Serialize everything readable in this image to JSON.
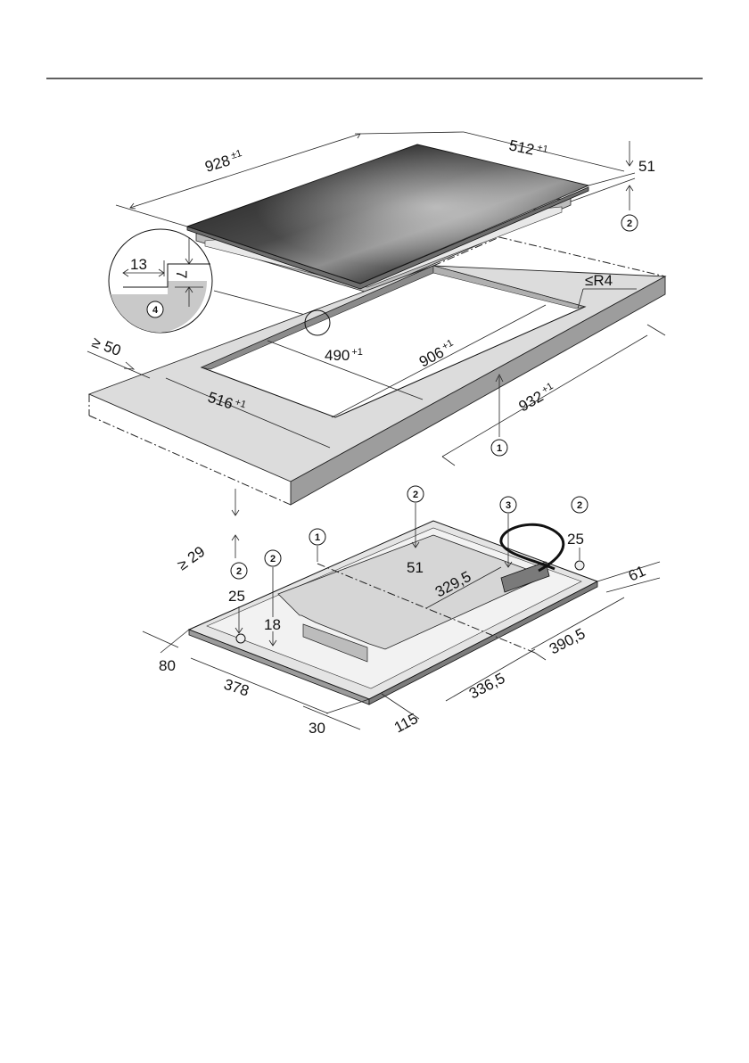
{
  "hob": {
    "width": {
      "value": "928",
      "tol": "±1"
    },
    "depth": {
      "value": "512",
      "tol": "±1"
    },
    "height": "51",
    "height_callout": "2"
  },
  "detail": {
    "step_width": "13",
    "step_depth": "7",
    "callout": "4"
  },
  "cutout": {
    "side_min": "≥ 50",
    "inner_width": {
      "value": "490",
      "tol": "+1"
    },
    "inner_length": {
      "value": "906",
      "tol": "+1"
    },
    "outer_width": {
      "value": "516",
      "tol": "+1"
    },
    "outer_length": {
      "value": "932",
      "tol": "+1"
    },
    "radius": "≤R4",
    "frame_callout": "1",
    "worktop_min": "≥ 29"
  },
  "underside": {
    "callouts": [
      "2",
      "2",
      "3",
      "2",
      "1",
      "2"
    ],
    "dims": {
      "d51": "51",
      "d25_left": "25",
      "d25_right": "25",
      "d18": "18",
      "d329": "329,5",
      "d61": "61",
      "d390": "390,5",
      "d336": "336,5",
      "d80": "80",
      "d378": "378",
      "d30": "30",
      "d115": "115"
    }
  }
}
